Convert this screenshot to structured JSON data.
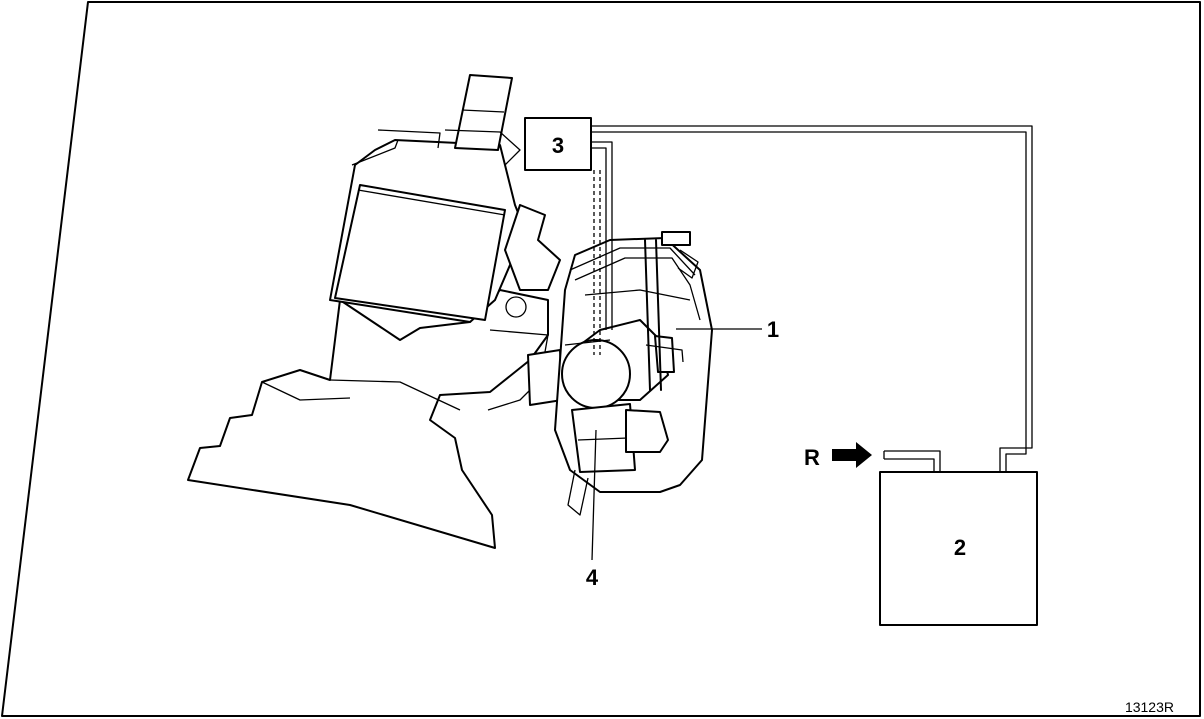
{
  "labels": {
    "throttle_valve": "1",
    "canister": "2",
    "solenoid_valve": "3",
    "throttle_body": "4",
    "air_inlet": "R"
  },
  "reference_code": "13123R"
}
